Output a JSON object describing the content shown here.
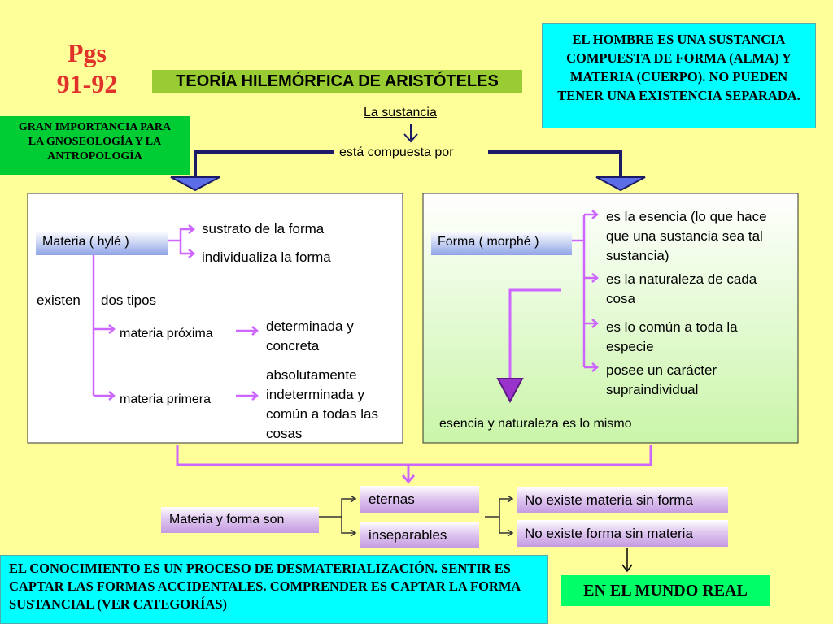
{
  "pages": {
    "line1": "Pgs",
    "line2": "91-92"
  },
  "title": "TEORÍA HILEMÓRFICA DE ARISTÓTELES",
  "hombre_box": {
    "pre": "EL ",
    "underlined": "HOMBRE ",
    "rest": "ES UNA SUSTANCIA COMPUESTA DE FORMA (ALMA) Y MATERIA (CUERPO). NO PUEDEN TENER UNA EXISTENCIA SEPARADA."
  },
  "importancia_box": "GRAN IMPORTANCIA PARA LA GNOSEOLOGÍA Y LA ANTROPOLOGÍA",
  "sustancia": "La sustancia",
  "compuesta": "está compuesta por",
  "materia": {
    "label": "Materia ( hylé )",
    "props": [
      "sustrato de la forma",
      "individualiza la forma"
    ],
    "existen": "existen",
    "dos_tipos": "dos  tipos",
    "proxima": "materia próxima",
    "proxima_desc": "determinada y concreta",
    "primera": "materia primera",
    "primera_desc": "absolutamente indeterminada y común a todas las cosas"
  },
  "forma": {
    "label": "Forma ( morphé )",
    "props": [
      "es la esencia (lo que hace que una sustancia sea tal sustancia)",
      "es la naturaleza de cada cosa",
      "es lo común a toda la especie",
      "posee un carácter supraindividual"
    ],
    "conclusion": "esencia y naturaleza es lo mismo"
  },
  "bottom": {
    "son": "Materia y forma son",
    "eternas": "eternas",
    "inseparables": "inseparables",
    "no_materia": "No existe materia sin forma",
    "no_forma": "No existe forma sin materia",
    "mundo_real": "EN EL MUNDO REAL"
  },
  "conocimiento_box": {
    "pre": "EL ",
    "underlined": "CONOCIMIENTO",
    "rest": " ES UN PROCESO DE DESMATERIALIZACIÓN. SENTIR ES CAPTAR LAS FORMAS ACCIDENTALES. COMPRENDER ES CAPTAR LA FORMA SUSTANCIAL (VER CATEGORÍAS)"
  },
  "colors": {
    "background": "#FFFF99",
    "title_bar": "#99CC33",
    "cyan": "#00FFFF",
    "green": "#00CC33",
    "connector_purple": "#CC66FF",
    "arrow_navy": "#1a1a66"
  }
}
